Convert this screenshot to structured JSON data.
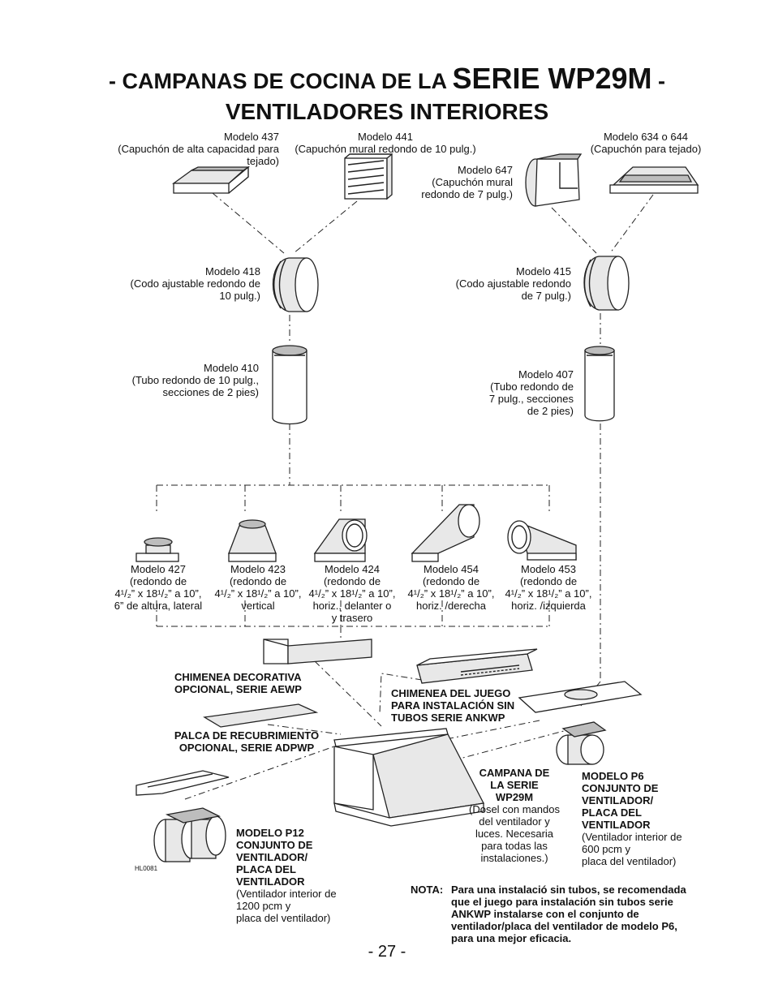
{
  "title": {
    "line1_a": "- CAMPANAS DE COCINA DE LA ",
    "line1_b": "SERIE WP29M",
    "line1_c": " -",
    "line2": "VENTILADORES INTERIORES"
  },
  "labels": {
    "m437": [
      "Modelo 437",
      "(Capuchón de alta capacidad para",
      "tejado)"
    ],
    "m441": [
      "Modelo 441",
      "(Capuchón mural redondo de 10 pulg.)"
    ],
    "m634": [
      "Modelo 634 o 644",
      "(Capuchón para tejado)"
    ],
    "m647": [
      "Modelo 647",
      "(Capuchón mural",
      "redondo de 7 pulg.)"
    ],
    "m418": [
      "Modelo 418",
      "(Codo ajustable redondo de",
      "10 pulg.)"
    ],
    "m415": [
      "Modelo 415",
      "(Codo ajustable redondo",
      "de 7 pulg.)"
    ],
    "m410": [
      "Modelo 410",
      "(Tubo redondo de 10 pulg.,",
      "secciones de 2 pies)"
    ],
    "m407": [
      "Modelo 407",
      "(Tubo redondo de",
      "7 pulg., secciones",
      "de 2 pies)"
    ],
    "m427": [
      "Modelo 427",
      "(redondo de",
      "4¹/₂” x 18¹/₂” a 10”,",
      "6” de altura, lateral"
    ],
    "m423": [
      "Modelo 423",
      "(redondo de",
      "4¹/₂” x 18¹/₂” a 10”,",
      "vertical"
    ],
    "m424": [
      "Modelo 424",
      "(redondo de",
      "4¹/₂” x 18¹/₂” a 10”,",
      "horiz., delanter o",
      "y trasero"
    ],
    "m454": [
      "Modelo 454",
      "(redondo de",
      "4¹/₂” x 18¹/₂” a 10”,",
      "horiz. /derecha"
    ],
    "m453": [
      "Modelo 453",
      "(redondo de",
      "4¹/₂” x 18¹/₂” a 10”,",
      "horiz. /izquierda"
    ]
  },
  "captions": {
    "aewp": [
      "CHIMENEA DECORATIVA",
      "OPCIONAL, SERIE AEWP"
    ],
    "ankwp": [
      "CHIMENEA DEL JUEGO",
      "PARA INSTALACIÓN SIN",
      "TUBOS SERIE ANKWP"
    ],
    "adpwp": [
      "PALCA DE RECUBRIMIENTO",
      "OPCIONAL, SERIE ADPWP"
    ],
    "hood_title": [
      "CAMPANA DE",
      "LA SERIE",
      "WP29M"
    ],
    "hood_desc": [
      "(Dosel con mandos",
      "del ventilador y",
      "luces. Necesaria",
      "para todas las",
      "instalaciones.)"
    ],
    "p6_title": [
      "MODELO P6",
      "CONJUNTO DE",
      "VENTILADOR/",
      "PLACA DEL",
      "VENTILADOR"
    ],
    "p6_desc": [
      "(Ventilador interior de",
      "600 pcm y",
      "placa del ventilador)"
    ],
    "p12_title": [
      "MODELO P12",
      "CONJUNTO DE",
      "VENTILADOR/",
      "PLACA DEL",
      "VENTILADOR"
    ],
    "p12_desc": [
      "(Ventilador interior de",
      "1200 pcm y",
      "placa del ventilador)"
    ]
  },
  "note": {
    "label": "NOTA:",
    "lines": [
      "Para una instalació sin tubos, se recomendada",
      "que el juego para instalación sin tubos serie",
      "ANKWP instalarse con el conjunto de",
      "ventilador/placa del ventilador de modelo P6,",
      "para una mejor eficacia."
    ]
  },
  "figure_code": "HL0081",
  "page_number": "- 27 -"
}
